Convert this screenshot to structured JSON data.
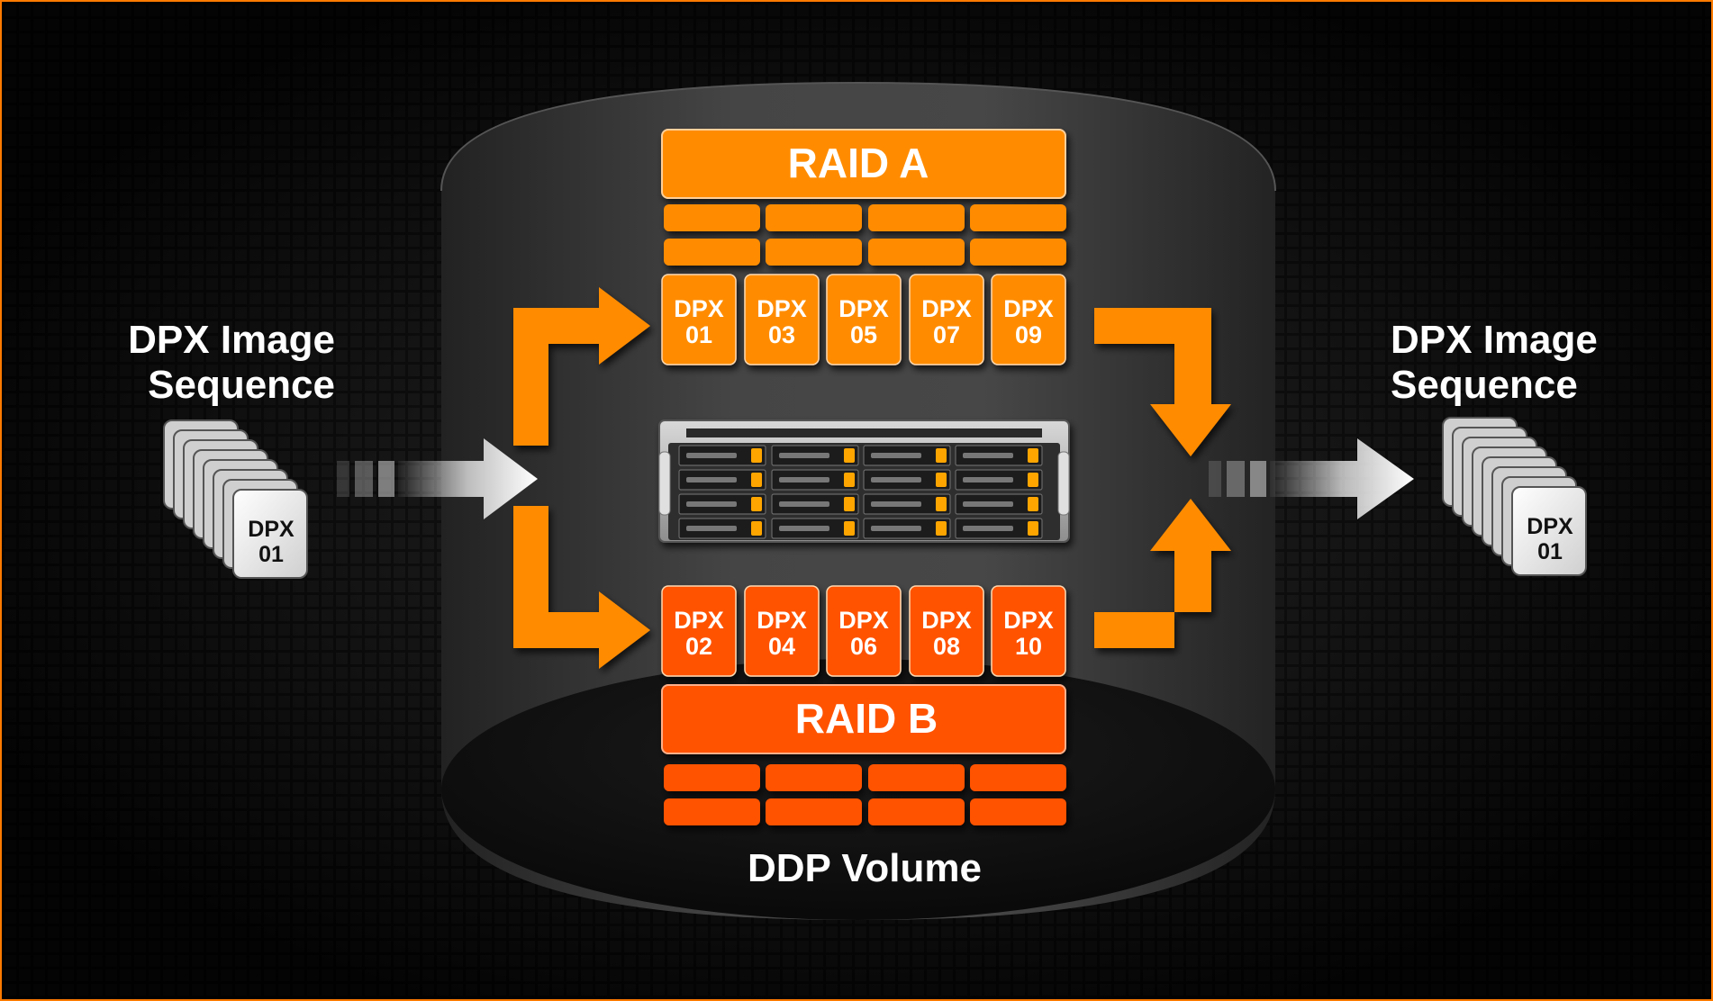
{
  "left_sequence": {
    "line1": "DPX Image",
    "line2": "Sequence",
    "card_line1": "DPX",
    "card_line2": "01"
  },
  "right_sequence": {
    "line1": "DPX Image",
    "line2": "Sequence",
    "card_line1": "DPX",
    "card_line2": "01"
  },
  "raid_a": {
    "label": "RAID A",
    "color": "#ff8c00",
    "blocks": [
      {
        "line1": "DPX",
        "line2": "01"
      },
      {
        "line1": "DPX",
        "line2": "03"
      },
      {
        "line1": "DPX",
        "line2": "05"
      },
      {
        "line1": "DPX",
        "line2": "07"
      },
      {
        "line1": "DPX",
        "line2": "09"
      }
    ]
  },
  "raid_b": {
    "label": "RAID B",
    "color": "#ff5200",
    "blocks": [
      {
        "line1": "DPX",
        "line2": "02"
      },
      {
        "line1": "DPX",
        "line2": "04"
      },
      {
        "line1": "DPX",
        "line2": "06"
      },
      {
        "line1": "DPX",
        "line2": "08"
      },
      {
        "line1": "DPX",
        "line2": "10"
      }
    ]
  },
  "volume_label": "DDP Volume",
  "colors": {
    "arrow_orange": "#ff8c00",
    "frame": "#ff7a00",
    "cylinder": "#3a3a3a"
  }
}
